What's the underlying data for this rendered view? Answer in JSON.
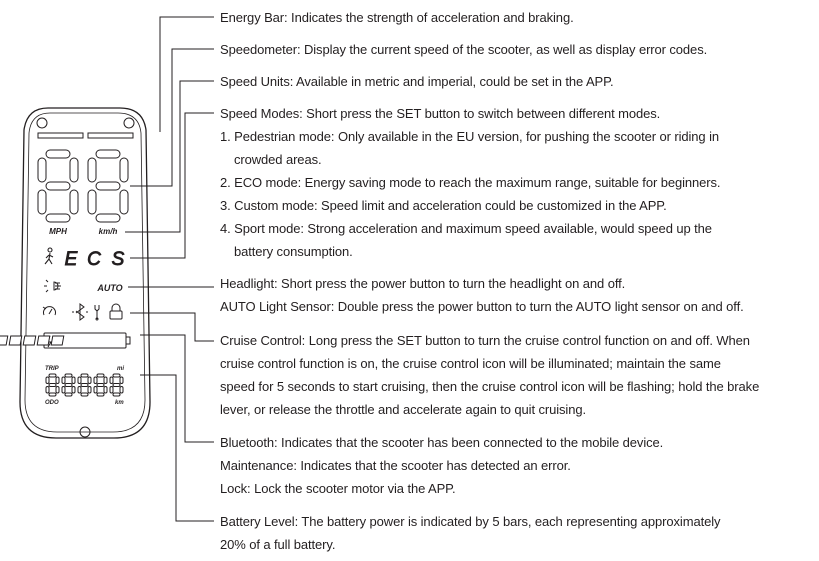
{
  "device": {
    "unit_mph": "MPH",
    "unit_kmh": "km/h",
    "mode_letters": [
      "E",
      "C",
      "S"
    ],
    "auto_label": "AUTO",
    "trip_label": "TRIP",
    "odo_label": "ODO",
    "mi_label": "mi",
    "km_label": "km",
    "battery_bars": 5
  },
  "annotations": [
    {
      "id": "energy-bar",
      "lines": [
        "Energy Bar: Indicates the strength of acceleration and braking."
      ]
    },
    {
      "id": "speedometer",
      "lines": [
        "Speedometer: Display the current speed of the scooter, as well as display error codes."
      ]
    },
    {
      "id": "speed-units",
      "lines": [
        "Speed Units: Available in metric and imperial, could be set in the APP."
      ]
    },
    {
      "id": "speed-modes",
      "lines": [
        "Speed Modes: Short press the SET button to switch between different modes.",
        "1. Pedestrian mode: Only available in the EU version, for pushing the scooter or riding in",
        "crowded areas.",
        "2. ECO mode: Energy saving mode to reach the maximum range, suitable for beginners.",
        "3. Custom mode: Speed limit and acceleration could be customized in the APP.",
        "4. Sport mode: Strong acceleration and maximum speed available, would speed up the",
        "battery consumption."
      ]
    },
    {
      "id": "headlight",
      "lines": [
        "Headlight: Short press the power button to turn the headlight on and off.",
        "AUTO Light Sensor: Double press the power button to turn the AUTO light sensor on and off."
      ]
    },
    {
      "id": "cruise-control",
      "lines": [
        "Cruise Control: Long press the SET button to turn the cruise control function on and off. When",
        "cruise control function is on, the cruise control icon will be illuminated; maintain the same",
        "speed for 5 seconds to start cruising, then the cruise control icon will be flashing; hold the brake",
        "lever, or release the throttle and accelerate again to quit cruising."
      ]
    },
    {
      "id": "bluetooth",
      "lines": [
        "Bluetooth: Indicates that the scooter has been connected to the mobile device.",
        "Maintenance: Indicates that the scooter has detected an error.",
        "Lock: Lock the scooter motor via the APP."
      ]
    },
    {
      "id": "battery-level",
      "lines": [
        "Battery Level: The battery power is indicated by 5 bars, each representing approximately",
        "20% of a full battery."
      ]
    }
  ]
}
